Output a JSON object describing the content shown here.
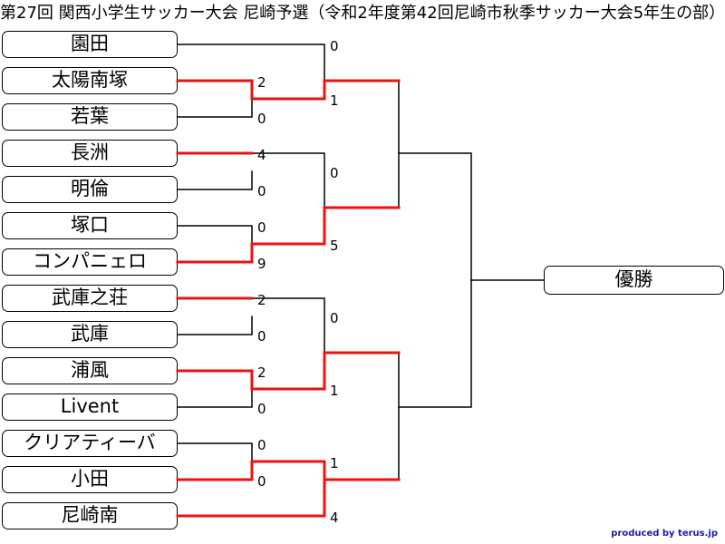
{
  "title": "第27回 関西小学生サッカー大会 尼崎予選（令和2年度第42回尼崎市秋季サッカー大会5年生の部）",
  "teams": [
    "園田",
    "太陽南塚",
    "若葉",
    "長洲",
    "明倫",
    "塚口",
    "コンパニェロ",
    "武庫之荘",
    "武庫",
    "浦風",
    "Livent",
    "クリアティーバ",
    "小田",
    "尼崎南"
  ],
  "champion_label": "優勝",
  "scores": {
    "r1_taiyo": "2",
    "r1_wakaba": "0",
    "r1_nagasu": "4",
    "r1_meirin": "0",
    "r1_tsukaguchi": "0",
    "r1_companero": "9",
    "r1_mukonoso": "2",
    "r1_muko": "0",
    "r1_urakaze": "2",
    "r1_livent": "0",
    "r1_criativa": "0",
    "r1_oda": "0",
    "r2_sonoda": "0",
    "r2_taiyo": "1",
    "r2_nagasu": "0",
    "r2_companero": "5",
    "r2_mukonoso": "0",
    "r2_urakaze": "1",
    "r2_oda": "1",
    "r2_amagasakiminami": "4"
  },
  "credit": "produced by terus.jp",
  "colors": {
    "win_line": "#ee1111",
    "line": "#000000",
    "credit": "#1a1aa6"
  }
}
